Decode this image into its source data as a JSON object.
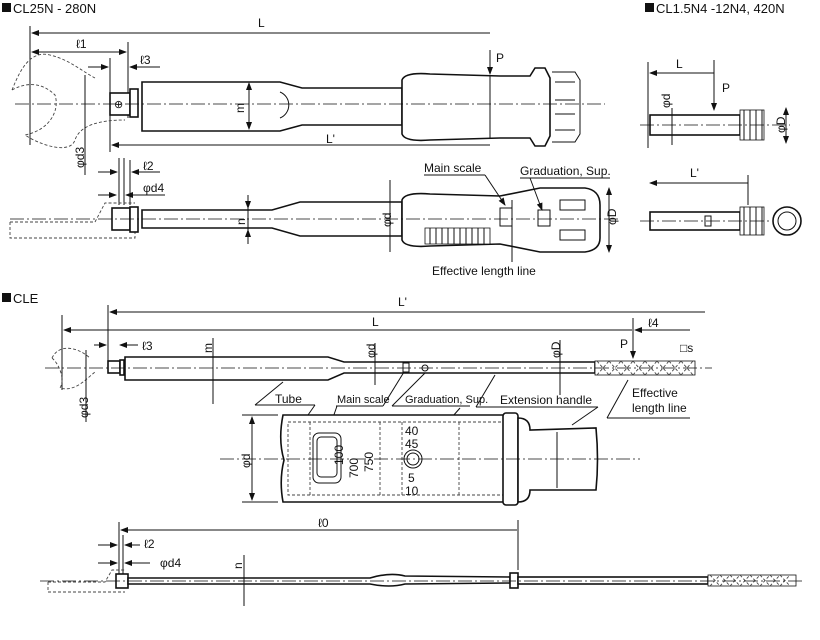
{
  "titles": {
    "cl": "CL25N - 280N",
    "cl_small": "CL1.5N4 -12N4, 420N",
    "cle": "CLE"
  },
  "cl_top": {
    "L": "L",
    "l1": "ℓ1",
    "l3": "ℓ3",
    "m": "m",
    "P": "P",
    "Lp": "L'",
    "d3": "φd3"
  },
  "cl_side": {
    "l2": "ℓ2",
    "d4": "φd4",
    "n": "n",
    "d": "φd",
    "D": "φD",
    "main_scale": "Main scale",
    "graduation": "Graduation, Sup.",
    "effective": "Effective length line"
  },
  "cl_small": {
    "L": "L",
    "P": "P",
    "d": "φd",
    "D": "φD",
    "Lp": "L'"
  },
  "cle_top": {
    "Lp": "L'",
    "L": "L",
    "l4": "ℓ4",
    "s": "□s",
    "l3": "ℓ3",
    "m": "m",
    "d": "φd",
    "D": "φD",
    "P": "P",
    "d3": "φd3"
  },
  "cle_detail": {
    "tube": "Tube",
    "main_scale": "Main scale",
    "graduation": "Graduation, Sup.",
    "extension": "Extension handle",
    "effective_1": "Effective",
    "effective_2": "length line",
    "d": "φd",
    "scale_values": [
      "100",
      "700",
      "750"
    ],
    "graduation_values": [
      "40",
      "45",
      "5",
      "10"
    ]
  },
  "cle_side": {
    "l0": "ℓ0",
    "l2": "ℓ2",
    "d4": "φd4",
    "n": "n"
  }
}
